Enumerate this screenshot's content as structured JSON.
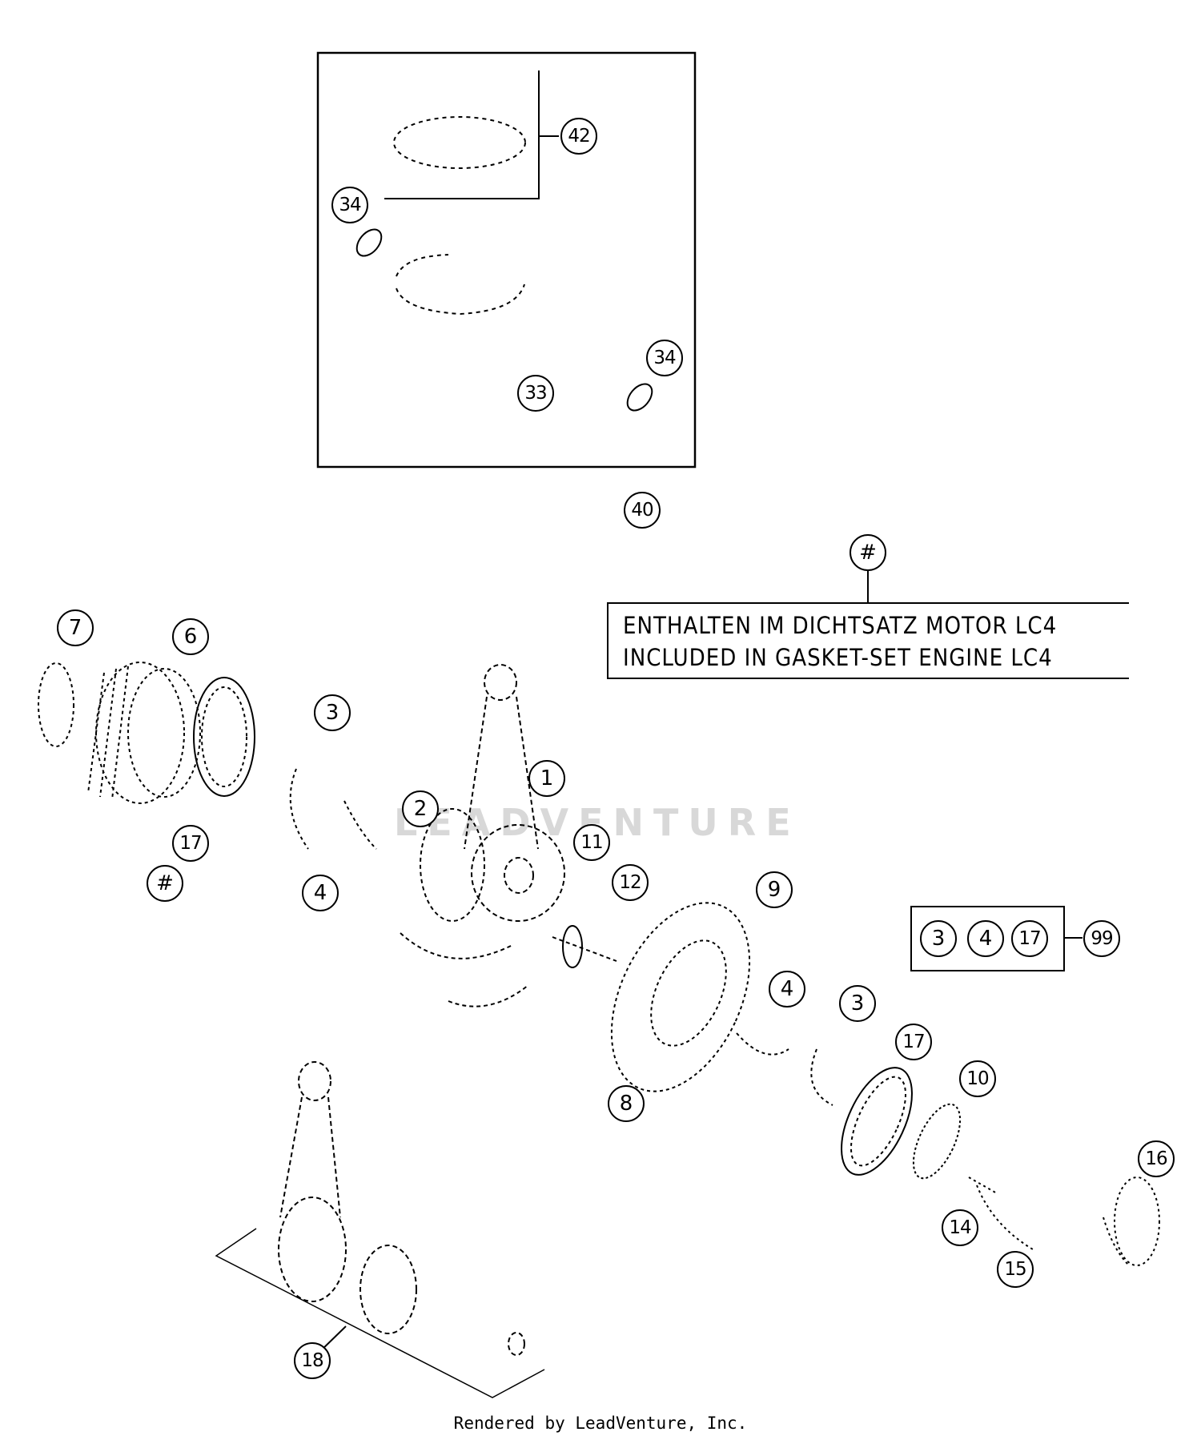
{
  "watermark": {
    "text": "LEADVENTURE"
  },
  "note": {
    "ref": "#",
    "line1": "ENTHALTEN IM DICHTSATZ MOTOR LC4",
    "line2": "INCLUDED IN GASKET-SET ENGINE LC4"
  },
  "callouts": [
    {
      "id": "c42",
      "label": "42"
    },
    {
      "id": "c34a",
      "label": "34"
    },
    {
      "id": "c34b",
      "label": "34"
    },
    {
      "id": "c33",
      "label": "33"
    },
    {
      "id": "c40",
      "label": "40"
    },
    {
      "id": "c7",
      "label": "7"
    },
    {
      "id": "c6",
      "label": "6"
    },
    {
      "id": "c3a",
      "label": "3"
    },
    {
      "id": "c1",
      "label": "1"
    },
    {
      "id": "c2",
      "label": "2"
    },
    {
      "id": "c11",
      "label": "11"
    },
    {
      "id": "c17a",
      "label": "17"
    },
    {
      "id": "chash",
      "label": "#"
    },
    {
      "id": "c4a",
      "label": "4"
    },
    {
      "id": "c12",
      "label": "12"
    },
    {
      "id": "c9",
      "label": "9"
    },
    {
      "id": "k3",
      "label": "3"
    },
    {
      "id": "k4",
      "label": "4"
    },
    {
      "id": "k17",
      "label": "17"
    },
    {
      "id": "c99",
      "label": "99"
    },
    {
      "id": "c4b",
      "label": "4"
    },
    {
      "id": "c3b",
      "label": "3"
    },
    {
      "id": "c17b",
      "label": "17"
    },
    {
      "id": "c10",
      "label": "10"
    },
    {
      "id": "c8",
      "label": "8"
    },
    {
      "id": "c16",
      "label": "16"
    },
    {
      "id": "c14",
      "label": "14"
    },
    {
      "id": "c15",
      "label": "15"
    },
    {
      "id": "c18",
      "label": "18"
    }
  ],
  "footer": {
    "text": "Rendered by LeadVenture, Inc."
  }
}
